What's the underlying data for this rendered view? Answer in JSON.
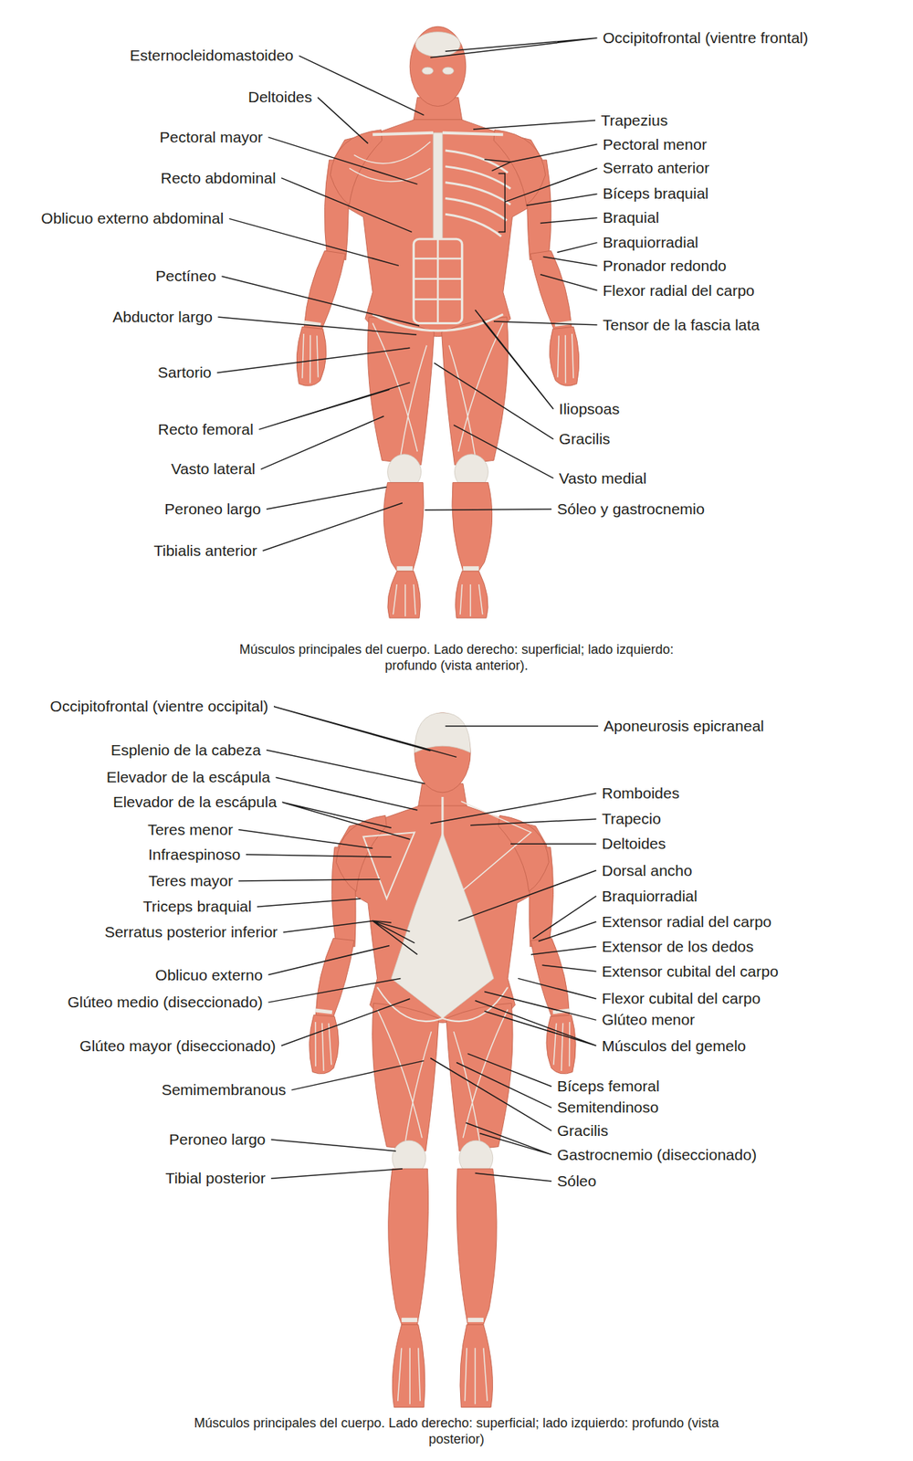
{
  "diagram": {
    "labels": [
      "Esternocleidomastoideo",
      "Deltoides",
      "Pectoral mayor",
      "Recto abdominal",
      "Oblicuo externo abdominal",
      "Pectíneo",
      "Abductor largo",
      "Sartorio",
      "Recto femoral",
      "Vasto lateral",
      "Peroneo largo",
      "Tibialis anterior",
      "Occipitofrontal (vientre frontal)",
      "Trapezius",
      "Pectoral menor",
      "Serrato anterior",
      "Bíceps braquial",
      "Braquial",
      "Braquiorradial",
      "Pronador redondo",
      "Flexor radial del carpo",
      "Tensor de la fascia lata",
      "Iliopsoas",
      "Gracilis",
      "Vasto medial",
      "Sóleo y gastrocnemio",
      "Músculos principales del cuerpo. Lado derecho: superficial; lado izquierdo: profundo (vista anterior).",
      "Occipitofrontal (vientre occipital)",
      "Esplenio de la cabeza",
      "Elevador de la escápula",
      "Elevador de la escápula",
      "Teres menor",
      "Infraespinoso",
      "Teres mayor",
      "Triceps braquial",
      "Serratus posterior inferior",
      "Oblicuo externo",
      "Glúteo medio (diseccionado)",
      "Glúteo mayor (diseccionado)",
      "Semimembranous",
      "Peroneo largo",
      "Tibial posterior",
      "Aponeurosis epicraneal",
      "Romboides",
      "Trapecio",
      "Deltoides",
      "Dorsal ancho",
      "Braquiorradial",
      "Extensor radial del carpo",
      "Extensor de los dedos",
      "Extensor cubital del carpo",
      "Flexor cubital del carpo",
      "Glúteo menor",
      "Músculos del gemelo",
      "Bíceps femoral",
      "Semitendinoso",
      "Gracilis",
      "Gastrocnemio (diseccionado)",
      "Sóleo",
      "Músculos principales del cuerpo. Lado derecho: superficial; lado izquierdo: profundo (vista posterior)"
    ]
  }
}
